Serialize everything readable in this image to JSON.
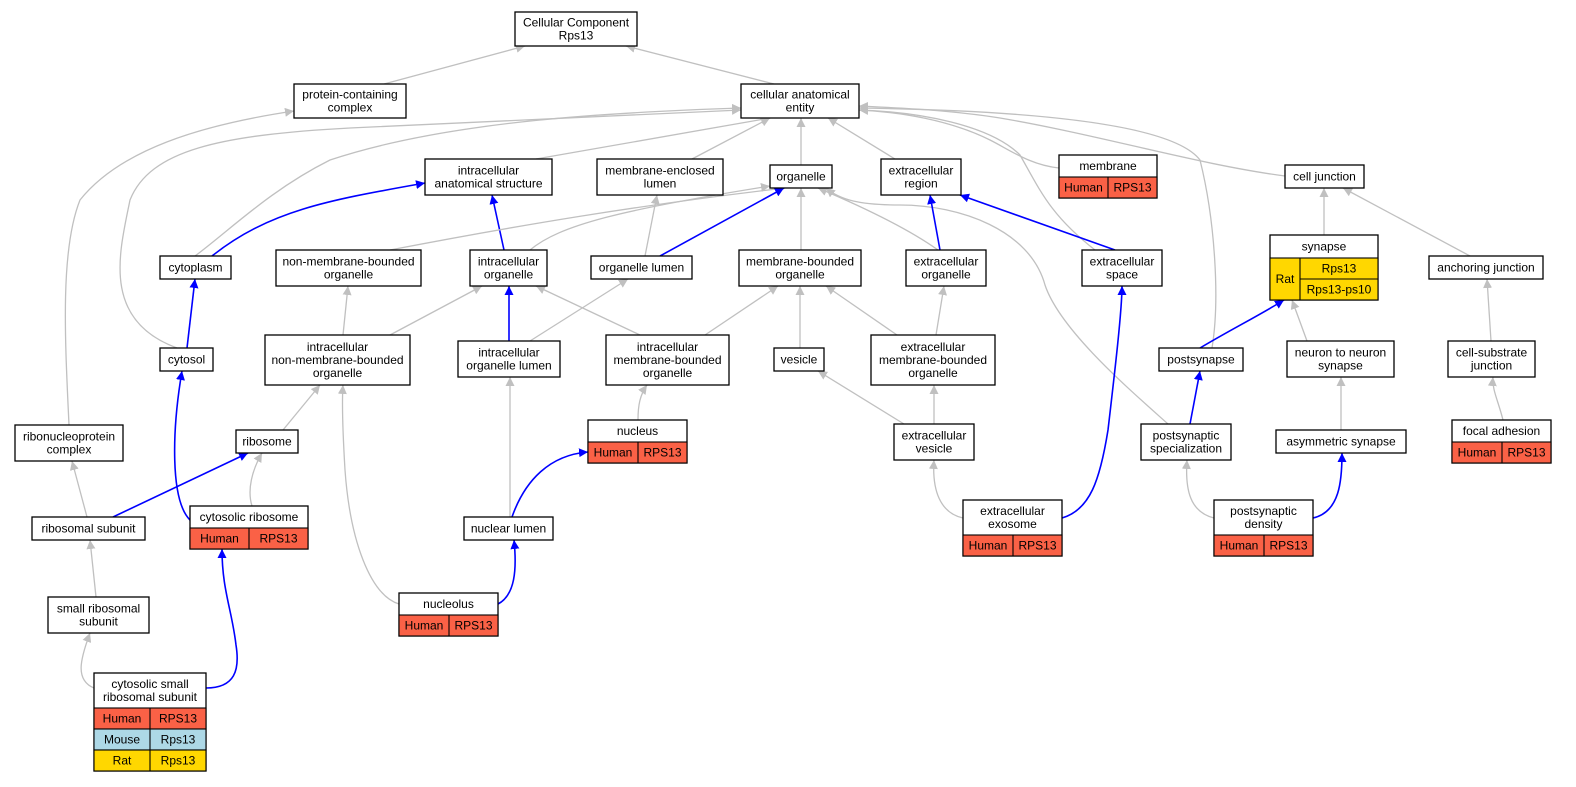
{
  "colors": {
    "human": "#fa6146",
    "mouse": "#add8e6",
    "rat": "#ffd700",
    "edge_is_a": "#c0c0c0",
    "edge_part_of": "#0000ff",
    "node_border": "#000000"
  },
  "nodes": {
    "root": {
      "lines": [
        "Cellular Component",
        "Rps13"
      ]
    },
    "protein_containing_complex": {
      "lines": [
        "protein-containing",
        "complex"
      ]
    },
    "cellular_anatomical_entity": {
      "lines": [
        "cellular anatomical",
        "entity"
      ]
    },
    "intracellular_anatomical_structure": {
      "lines": [
        "intracellular",
        "anatomical structure"
      ]
    },
    "membrane_enclosed_lumen": {
      "lines": [
        "membrane-enclosed",
        "lumen"
      ]
    },
    "organelle": {
      "lines": [
        "organelle"
      ]
    },
    "extracellular_region": {
      "lines": [
        "extracellular",
        "region"
      ]
    },
    "membrane": {
      "lines": [
        "membrane"
      ],
      "annotations": [
        {
          "species": "Human",
          "gene": "RPS13"
        }
      ]
    },
    "cell_junction": {
      "lines": [
        "cell junction"
      ]
    },
    "cytoplasm": {
      "lines": [
        "cytoplasm"
      ]
    },
    "non_membrane_bounded_organelle": {
      "lines": [
        "non-membrane-bounded",
        "organelle"
      ]
    },
    "intracellular_organelle": {
      "lines": [
        "intracellular",
        "organelle"
      ]
    },
    "organelle_lumen": {
      "lines": [
        "organelle lumen"
      ]
    },
    "membrane_bounded_organelle": {
      "lines": [
        "membrane-bounded",
        "organelle"
      ]
    },
    "extracellular_organelle": {
      "lines": [
        "extracellular",
        "organelle"
      ]
    },
    "extracellular_space": {
      "lines": [
        "extracellular",
        "space"
      ]
    },
    "synapse": {
      "lines": [
        "synapse"
      ],
      "annotations": [
        {
          "species": "Rat",
          "genes": [
            "Rps13",
            "Rps13-ps10"
          ]
        }
      ]
    },
    "anchoring_junction": {
      "lines": [
        "anchoring junction"
      ]
    },
    "cytosol": {
      "lines": [
        "cytosol"
      ]
    },
    "intracellular_non_membrane_bounded_organelle": {
      "lines": [
        "intracellular",
        "non-membrane-bounded",
        "organelle"
      ]
    },
    "intracellular_organelle_lumen": {
      "lines": [
        "intracellular",
        "organelle lumen"
      ]
    },
    "intracellular_membrane_bounded_organelle": {
      "lines": [
        "intracellular",
        "membrane-bounded",
        "organelle"
      ]
    },
    "vesicle": {
      "lines": [
        "vesicle"
      ]
    },
    "extracellular_membrane_bounded_organelle": {
      "lines": [
        "extracellular",
        "membrane-bounded",
        "organelle"
      ]
    },
    "postsynapse": {
      "lines": [
        "postsynapse"
      ]
    },
    "neuron_to_neuron_synapse": {
      "lines": [
        "neuron to neuron",
        "synapse"
      ]
    },
    "cell_substrate_junction": {
      "lines": [
        "cell-substrate",
        "junction"
      ]
    },
    "ribonucleoprotein_complex": {
      "lines": [
        "ribonucleoprotein",
        "complex"
      ]
    },
    "ribosome": {
      "lines": [
        "ribosome"
      ]
    },
    "nucleus": {
      "lines": [
        "nucleus"
      ],
      "annotations": [
        {
          "species": "Human",
          "gene": "RPS13"
        }
      ]
    },
    "extracellular_vesicle": {
      "lines": [
        "extracellular",
        "vesicle"
      ]
    },
    "postsynaptic_specialization": {
      "lines": [
        "postsynaptic",
        "specialization"
      ]
    },
    "asymmetric_synapse": {
      "lines": [
        "asymmetric synapse"
      ]
    },
    "focal_adhesion": {
      "lines": [
        "focal adhesion"
      ],
      "annotations": [
        {
          "species": "Human",
          "gene": "RPS13"
        }
      ]
    },
    "ribosomal_subunit": {
      "lines": [
        "ribosomal subunit"
      ]
    },
    "cytosolic_ribosome": {
      "lines": [
        "cytosolic ribosome"
      ],
      "annotations": [
        {
          "species": "Human",
          "gene": "RPS13"
        }
      ]
    },
    "nuclear_lumen": {
      "lines": [
        "nuclear lumen"
      ]
    },
    "extracellular_exosome": {
      "lines": [
        "extracellular",
        "exosome"
      ],
      "annotations": [
        {
          "species": "Human",
          "gene": "RPS13"
        }
      ]
    },
    "postsynaptic_density": {
      "lines": [
        "postsynaptic",
        "density"
      ],
      "annotations": [
        {
          "species": "Human",
          "gene": "RPS13"
        }
      ]
    },
    "small_ribosomal_subunit": {
      "lines": [
        "small ribosomal",
        "subunit"
      ]
    },
    "nucleolus": {
      "lines": [
        "nucleolus"
      ],
      "annotations": [
        {
          "species": "Human",
          "gene": "RPS13"
        }
      ]
    },
    "cytosolic_small_ribosomal_subunit": {
      "lines": [
        "cytosolic small",
        "ribosomal subunit"
      ],
      "annotations": [
        {
          "species": "Human",
          "gene": "RPS13"
        },
        {
          "species": "Mouse",
          "gene": "Rps13"
        },
        {
          "species": "Rat",
          "gene": "Rps13"
        }
      ]
    }
  },
  "edges": [
    {
      "from": "protein_containing_complex",
      "to": "root",
      "type": "is_a"
    },
    {
      "from": "cellular_anatomical_entity",
      "to": "root",
      "type": "is_a"
    },
    {
      "from": "intracellular_anatomical_structure",
      "to": "cellular_anatomical_entity",
      "type": "is_a"
    },
    {
      "from": "membrane_enclosed_lumen",
      "to": "cellular_anatomical_entity",
      "type": "is_a"
    },
    {
      "from": "organelle",
      "to": "cellular_anatomical_entity",
      "type": "is_a"
    },
    {
      "from": "extracellular_region",
      "to": "cellular_anatomical_entity",
      "type": "is_a"
    },
    {
      "from": "membrane",
      "to": "cellular_anatomical_entity",
      "type": "is_a"
    },
    {
      "from": "cell_junction",
      "to": "cellular_anatomical_entity",
      "type": "is_a"
    },
    {
      "from": "cytoplasm",
      "to": "cellular_anatomical_entity",
      "type": "is_a"
    },
    {
      "from": "cytosol",
      "to": "cellular_anatomical_entity",
      "type": "is_a"
    },
    {
      "from": "extracellular_space",
      "to": "cellular_anatomical_entity",
      "type": "is_a"
    },
    {
      "from": "postsynapse",
      "to": "cellular_anatomical_entity",
      "type": "is_a"
    },
    {
      "from": "cytoplasm",
      "to": "intracellular_anatomical_structure",
      "type": "part_of"
    },
    {
      "from": "intracellular_organelle",
      "to": "intracellular_anatomical_structure",
      "type": "part_of"
    },
    {
      "from": "organelle_lumen",
      "to": "membrane_enclosed_lumen",
      "type": "is_a"
    },
    {
      "from": "non_membrane_bounded_organelle",
      "to": "organelle",
      "type": "is_a"
    },
    {
      "from": "intracellular_organelle",
      "to": "organelle",
      "type": "is_a"
    },
    {
      "from": "organelle_lumen",
      "to": "organelle",
      "type": "part_of"
    },
    {
      "from": "membrane_bounded_organelle",
      "to": "organelle",
      "type": "is_a"
    },
    {
      "from": "extracellular_organelle",
      "to": "organelle",
      "type": "is_a"
    },
    {
      "from": "postsynaptic_specialization",
      "to": "organelle",
      "type": "is_a"
    },
    {
      "from": "extracellular_organelle",
      "to": "extracellular_region",
      "type": "part_of"
    },
    {
      "from": "extracellular_space",
      "to": "extracellular_region",
      "type": "part_of"
    },
    {
      "from": "synapse",
      "to": "cell_junction",
      "type": "is_a"
    },
    {
      "from": "anchoring_junction",
      "to": "cell_junction",
      "type": "is_a"
    },
    {
      "from": "cytosol",
      "to": "cytoplasm",
      "type": "part_of"
    },
    {
      "from": "intracellular_non_membrane_bounded_organelle",
      "to": "non_membrane_bounded_organelle",
      "type": "is_a"
    },
    {
      "from": "intracellular_non_membrane_bounded_organelle",
      "to": "intracellular_organelle",
      "type": "is_a"
    },
    {
      "from": "intracellular_organelle_lumen",
      "to": "intracellular_organelle",
      "type": "part_of"
    },
    {
      "from": "intracellular_membrane_bounded_organelle",
      "to": "intracellular_organelle",
      "type": "is_a"
    },
    {
      "from": "intracellular_organelle_lumen",
      "to": "organelle_lumen",
      "type": "is_a"
    },
    {
      "from": "intracellular_membrane_bounded_organelle",
      "to": "membrane_bounded_organelle",
      "type": "is_a"
    },
    {
      "from": "vesicle",
      "to": "membrane_bounded_organelle",
      "type": "is_a"
    },
    {
      "from": "extracellular_membrane_bounded_organelle",
      "to": "membrane_bounded_organelle",
      "type": "is_a"
    },
    {
      "from": "extracellular_membrane_bounded_organelle",
      "to": "extracellular_organelle",
      "type": "is_a"
    },
    {
      "from": "postsynapse",
      "to": "synapse",
      "type": "part_of"
    },
    {
      "from": "neuron_to_neuron_synapse",
      "to": "synapse",
      "type": "is_a"
    },
    {
      "from": "cell_substrate_junction",
      "to": "anchoring_junction",
      "type": "is_a"
    },
    {
      "from": "ribonucleoprotein_complex",
      "to": "protein_containing_complex",
      "type": "is_a"
    },
    {
      "from": "ribosome",
      "to": "intracellular_non_membrane_bounded_organelle",
      "type": "is_a"
    },
    {
      "from": "nucleus",
      "to": "intracellular_membrane_bounded_organelle",
      "type": "is_a"
    },
    {
      "from": "extracellular_vesicle",
      "to": "vesicle",
      "type": "is_a"
    },
    {
      "from": "extracellular_vesicle",
      "to": "extracellular_membrane_bounded_organelle",
      "type": "is_a"
    },
    {
      "from": "postsynaptic_specialization",
      "to": "postsynapse",
      "type": "part_of"
    },
    {
      "from": "asymmetric_synapse",
      "to": "neuron_to_neuron_synapse",
      "type": "is_a"
    },
    {
      "from": "focal_adhesion",
      "to": "cell_substrate_junction",
      "type": "is_a"
    },
    {
      "from": "ribosomal_subunit",
      "to": "ribonucleoprotein_complex",
      "type": "is_a"
    },
    {
      "from": "ribosomal_subunit",
      "to": "ribosome",
      "type": "part_of"
    },
    {
      "from": "cytosolic_ribosome",
      "to": "ribosome",
      "type": "is_a"
    },
    {
      "from": "cytosolic_ribosome",
      "to": "cytosol",
      "type": "part_of"
    },
    {
      "from": "nuclear_lumen",
      "to": "intracellular_organelle_lumen",
      "type": "is_a"
    },
    {
      "from": "nuclear_lumen",
      "to": "nucleus",
      "type": "part_of"
    },
    {
      "from": "extracellular_exosome",
      "to": "extracellular_vesicle",
      "type": "is_a"
    },
    {
      "from": "extracellular_exosome",
      "to": "extracellular_space",
      "type": "part_of"
    },
    {
      "from": "postsynaptic_density",
      "to": "postsynaptic_specialization",
      "type": "is_a"
    },
    {
      "from": "postsynaptic_density",
      "to": "asymmetric_synapse",
      "type": "part_of"
    },
    {
      "from": "small_ribosomal_subunit",
      "to": "ribosomal_subunit",
      "type": "is_a"
    },
    {
      "from": "nucleolus",
      "to": "intracellular_non_membrane_bounded_organelle",
      "type": "is_a"
    },
    {
      "from": "nucleolus",
      "to": "nuclear_lumen",
      "type": "part_of"
    },
    {
      "from": "cytosolic_small_ribosomal_subunit",
      "to": "small_ribosomal_subunit",
      "type": "is_a"
    },
    {
      "from": "cytosolic_small_ribosomal_subunit",
      "to": "cytosolic_ribosome",
      "type": "part_of"
    }
  ]
}
